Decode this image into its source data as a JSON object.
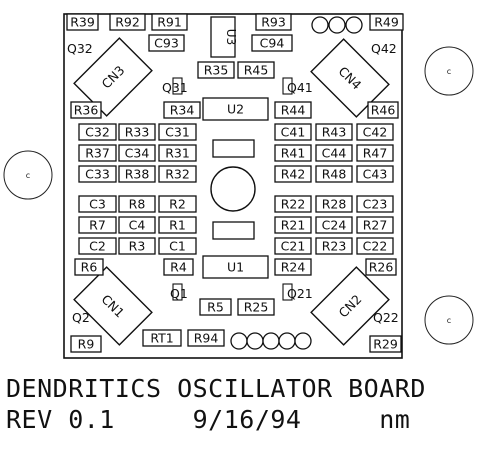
{
  "title": "DENDRITICS OSCILLATOR BOARD",
  "revision": "REV 0.1",
  "date": "9/16/94",
  "initials": "nm",
  "mount_hole_label": "c",
  "boxed_parts": [
    "R39",
    "R92",
    "R91",
    "R93",
    "R49",
    "C93",
    "C94",
    "R35",
    "R45",
    "R34",
    "U2",
    "R44",
    "R36",
    "R46",
    "C32",
    "R33",
    "C31",
    "C41",
    "R43",
    "C42",
    "R37",
    "C34",
    "R31",
    "R41",
    "C44",
    "R47",
    "C33",
    "R38",
    "R32",
    "R42",
    "R48",
    "C43",
    "C3",
    "R8",
    "R2",
    "R22",
    "R28",
    "C23",
    "R7",
    "C4",
    "R1",
    "R21",
    "C24",
    "R27",
    "C2",
    "R3",
    "C1",
    "C21",
    "R23",
    "C22",
    "R6",
    "R4",
    "U1",
    "R24",
    "R26",
    "R5",
    "R25",
    "RT1",
    "R94",
    "R9",
    "R29"
  ],
  "open_labels": [
    "Q32",
    "Q42",
    "Q31",
    "Q41",
    "Q1",
    "Q21",
    "Q2",
    "Q22"
  ],
  "rotated_labels": [
    "U3"
  ],
  "connectors": [
    "CN3",
    "CN4",
    "CN1",
    "CN2"
  ]
}
